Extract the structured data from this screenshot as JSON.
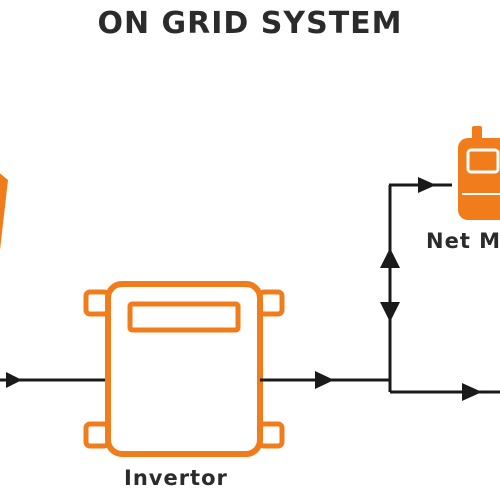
{
  "title": "ON GRID SYSTEM",
  "components": {
    "inverter": {
      "label": "Invertor",
      "icon": "inverter-icon"
    },
    "net_meter": {
      "label": "Net M",
      "icon": "net-meter-icon"
    },
    "solar_panel": {
      "icon": "solar-panel-icon"
    }
  },
  "colors": {
    "accent": "#f07c1b",
    "line": "#1a1a1a",
    "text": "#2b2b2b",
    "background": "#ffffff"
  }
}
